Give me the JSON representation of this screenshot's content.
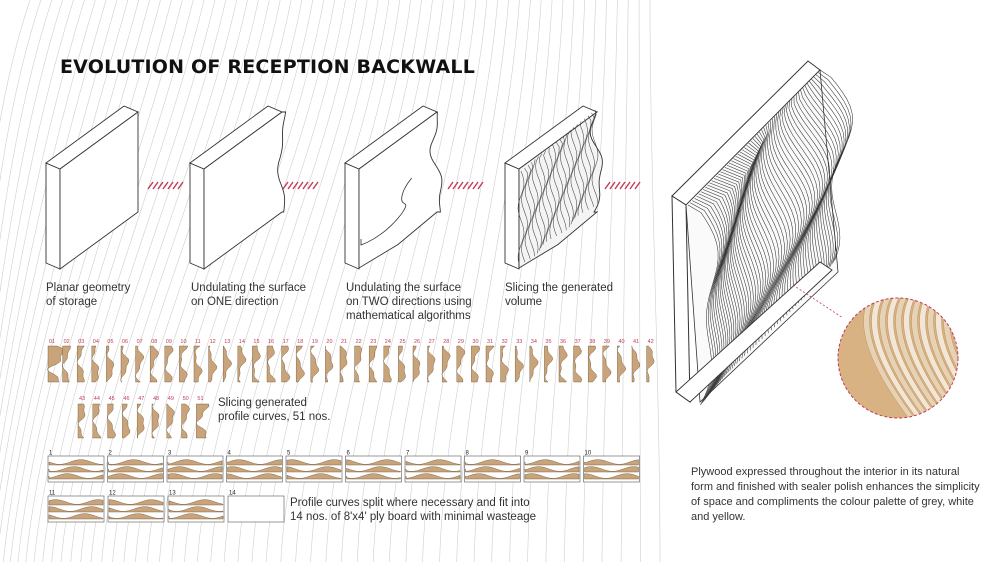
{
  "title": "EVOLUTION OF RECEPTION BACKWALL",
  "steps": [
    {
      "caption": "Planar geometry\nof  storage"
    },
    {
      "caption": "Undulating the surface\non ONE direction"
    },
    {
      "caption": "Undulating the surface\non TWO directions using\nmathematical algorithms"
    },
    {
      "caption": "Slicing the generated\nvolume"
    }
  ],
  "profiles": {
    "count": 51,
    "labels": [
      "01",
      "02",
      "03",
      "04",
      "05",
      "06",
      "07",
      "08",
      "09",
      "10",
      "11",
      "12",
      "13",
      "14",
      "15",
      "16",
      "17",
      "18",
      "19",
      "20",
      "21",
      "22",
      "23",
      "24",
      "25",
      "26",
      "27",
      "28",
      "29",
      "30",
      "31",
      "32",
      "33",
      "34",
      "35",
      "36",
      "37",
      "38",
      "39",
      "40",
      "41",
      "42",
      "43",
      "44",
      "45",
      "46",
      "47",
      "48",
      "49",
      "50",
      "51"
    ],
    "caption": "Slicing generated\nprofile curves, 51 nos."
  },
  "boards": {
    "labels": [
      "1",
      "2",
      "3",
      "4",
      "5",
      "6",
      "7",
      "8",
      "9",
      "10",
      "11",
      "12",
      "13",
      "14"
    ],
    "caption": "Profile curves split where necessary and fit into\n14 nos. of 8'x4' ply board with minimal wasteage"
  },
  "description": "Plywood expressed throughout the interior in its natural form and finished with sealer polish enhances the simplicity of space and compliments the colour palette of grey, white and yellow.",
  "colors": {
    "plywood": "#c9a47a",
    "accent": "#c23a55",
    "line": "#333333"
  }
}
